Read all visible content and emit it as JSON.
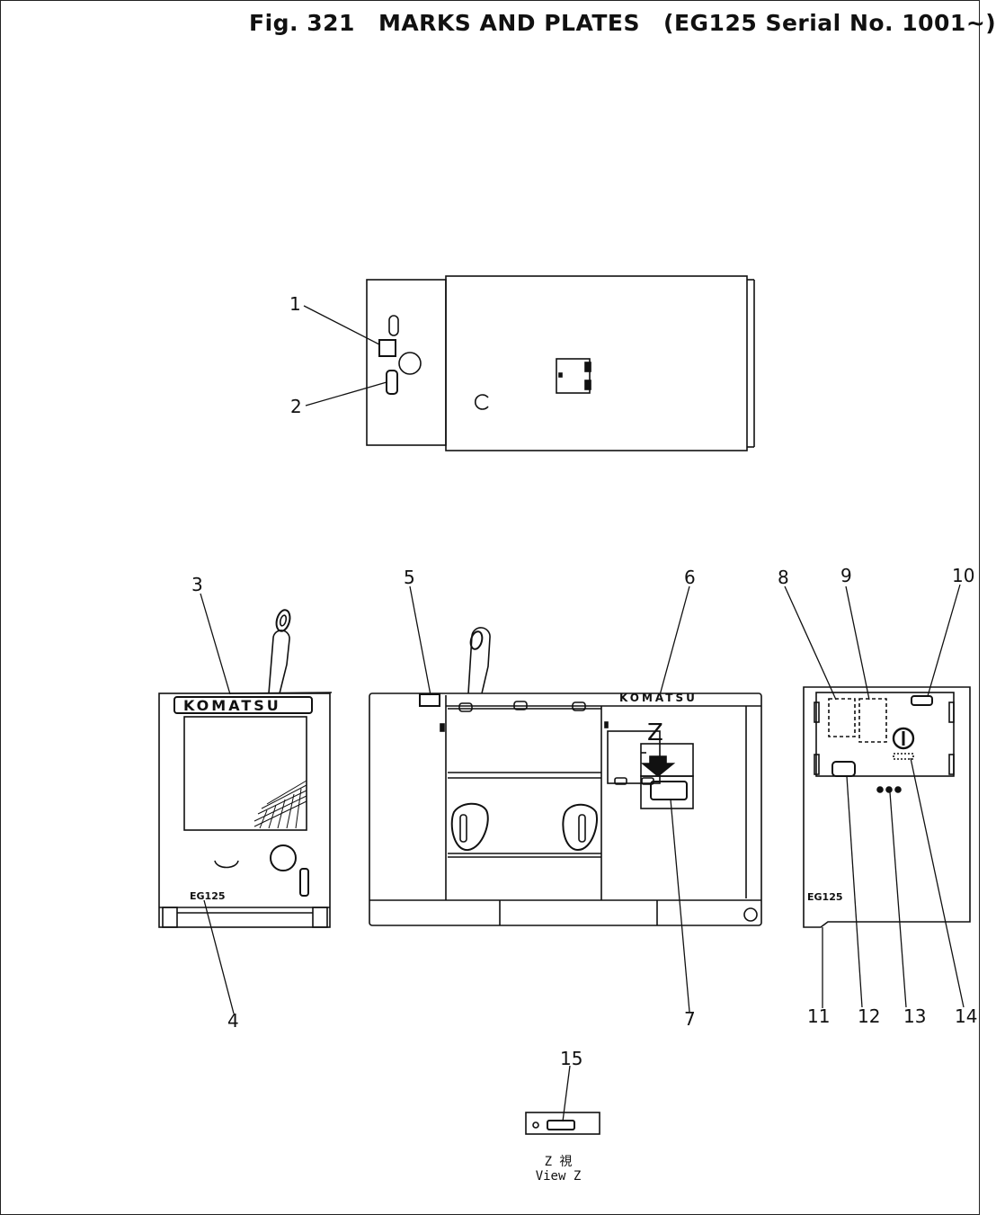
{
  "figure": {
    "number": "Fig. 321",
    "title": "MARKS AND PLATES",
    "subtitle": "(EG125 Serial No. 1001~)"
  },
  "brand_text": "KOMATSU",
  "model_text": "EG125",
  "callouts": [
    "1",
    "2",
    "3",
    "4",
    "5",
    "6",
    "7",
    "8",
    "9",
    "10",
    "11",
    "12",
    "13",
    "14",
    "15"
  ],
  "view_marker": "Z",
  "view_caption": {
    "line1": "Z 視",
    "line2": "View Z"
  }
}
